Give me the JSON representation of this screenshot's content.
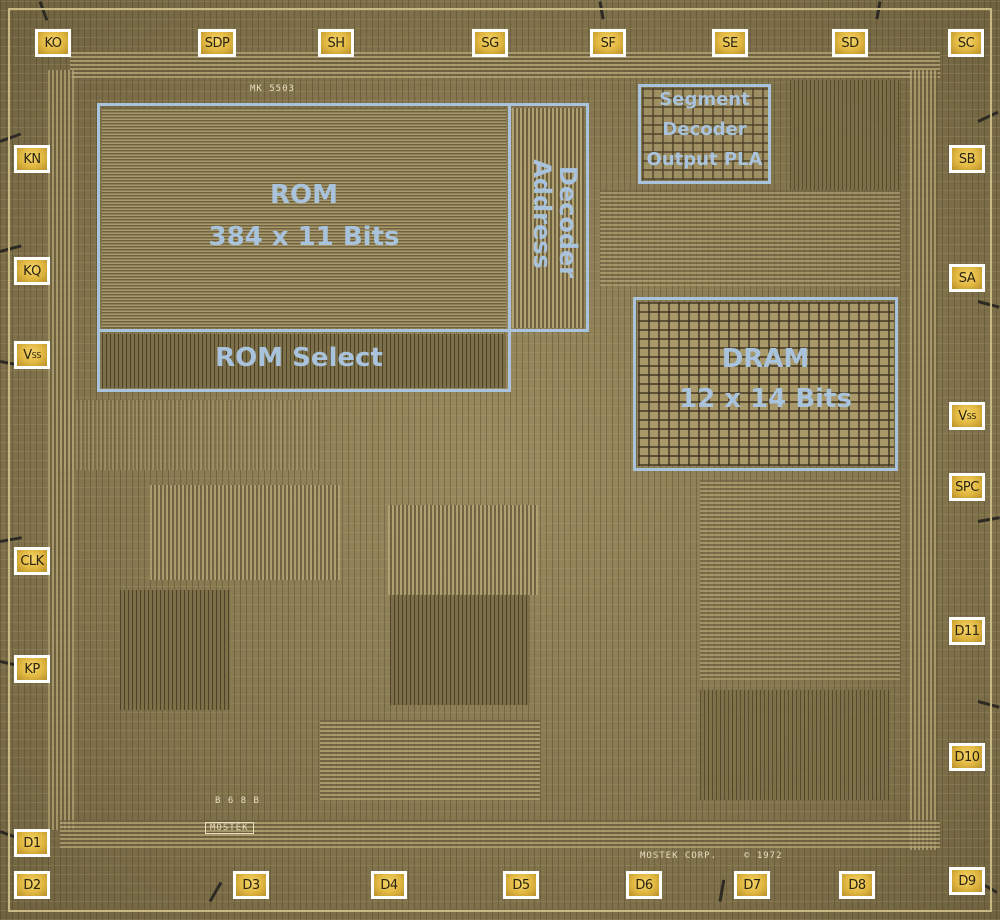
{
  "pads": {
    "top": [
      "KO",
      "SDP",
      "SH",
      "SG",
      "SF",
      "SE",
      "SD",
      "SC"
    ],
    "left": [
      "KN",
      "KQ",
      "V",
      "CLK",
      "KP",
      "D1",
      "D2"
    ],
    "right": [
      "SB",
      "SA",
      "V",
      "SPC",
      "D11",
      "D10",
      "D9"
    ],
    "bottom": [
      "D3",
      "D4",
      "D5",
      "D6",
      "D7",
      "D8"
    ],
    "vss_subscript": "SS"
  },
  "blocks": {
    "rom_line1": "ROM",
    "rom_line2": "384 x 11 Bits",
    "address": "Address",
    "decoder": "Decoder",
    "rom_select": "ROM Select",
    "pla_line1": "Segment",
    "pla_line2": "Decoder",
    "pla_line3": "Output PLA",
    "dram_line1": "DRAM",
    "dram_line2": "12 x 14 Bits"
  },
  "die_markings": {
    "part_number": "MK 5503",
    "maker_logo": "MOSTEK",
    "corp_marking": "MOSTEK CORP.",
    "copyright": "© 1972",
    "codes": "B  6  8  B"
  },
  "colors": {
    "annotation": "#a9c3dd",
    "pad_gold": "#e0b640",
    "die_base": "#8f8156"
  }
}
